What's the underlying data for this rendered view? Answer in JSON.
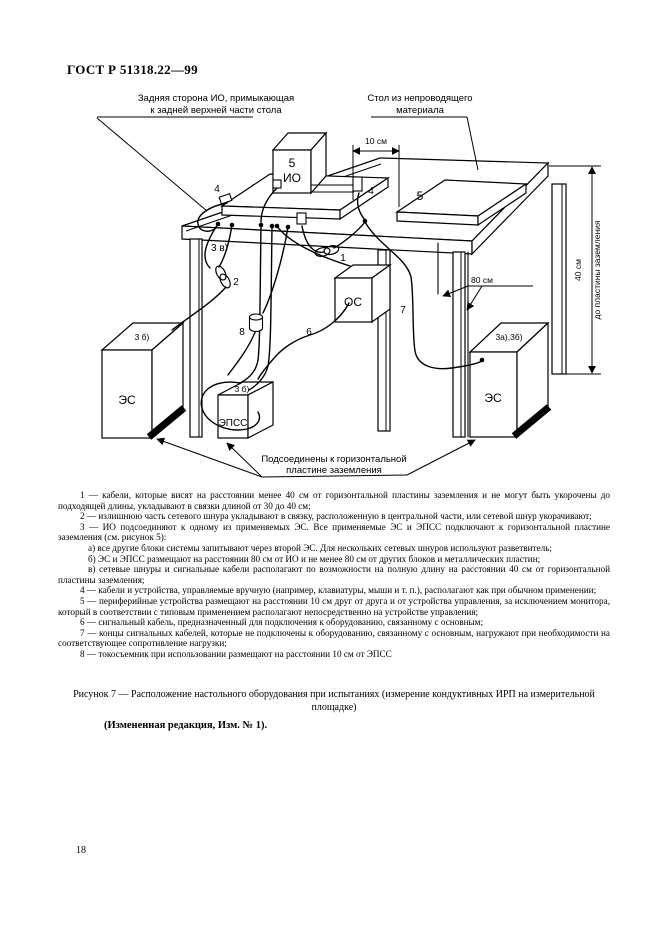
{
  "page": {
    "standard_code": "ГОСТ Р 51318.22—99",
    "page_number": "18"
  },
  "diagram": {
    "callout_back_side_line1": "Задняя сторона ИО, примыкающая",
    "callout_back_side_line2": "к задней верхней части стола",
    "callout_table_line1": "Стол из непроводящего",
    "callout_table_line2": "материала",
    "dim_10cm": "10 см",
    "dim_80cm": "80 см",
    "dim_40cm": "40 см",
    "dim_40cm_note": "до пластины заземления",
    "ground_note_line1": "Подсоединены к горизонтальной",
    "ground_note_line2": "пластине заземления",
    "eut_number": "5",
    "eut_label": "ИО",
    "monitor_number": "5",
    "os_label": "ОС",
    "es_left_label": "ЭС",
    "es_right_label": "ЭС",
    "epss_label": "ЭПСС",
    "ref_1": "1",
    "ref_2": "2",
    "ref_3v": "3 в)",
    "ref_4_left": "4",
    "ref_4_right": "4",
    "ref_6": "6",
    "ref_7": "7",
    "ref_8": "8",
    "ref_3b_left": "3 б)",
    "ref_3b_epss": "3 б)",
    "ref_3a3b": "3а),3б)"
  },
  "notes": [
    "1 — кабели, которые висят на расстоянии менее 40 см от горизонтальной пластины заземления и не могут быть укорочены до подходящей длины, укладывают в связки длиной от 30 до 40 см;",
    "2 — излишнюю часть сетевого шнура укладывают в связку, расположенную в центральной части, или сетевой шнур укорачивают;",
    "3 — ИО подсоединяют к одному из применяемых ЭС. Все применяемые ЭС и ЭПСС подключают к горизонтальной пластине заземления (см. рисунок 5):",
    "а) все другие блоки системы запитывают через второй ЭС. Для нескольких сетевых шнуров используют разветвитель;",
    "б) ЭС и ЭПСС размещают на расстоянии 80 см от ИО и не менее 80 см от других блоков и металлических пластин;",
    "в) сетевые шнуры и сигнальные кабели располагают по возможности на полную длину на расстоянии 40 см от горизонтальной пластины заземления;",
    "4 — кабели и устройства, управляемые вручную (например, клавиатуры, мыши и т. п.), располагают как при обычном применении;",
    "5 — периферийные устройства размещают на расстоянии 10 см друг от друга и от устройства управления, за исключением монитора, который в соответствии с типовым применением располагают непосредственно на устройстве управления;",
    "6 — сигнальный кабель, предназначенный для подключения к оборудованию, связанному с основным;",
    "7 — концы сигнальных кабелей, которые не подключены к оборудованию, связанному с основным, нагружают при необходимости на соответствующее сопротивление нагрузки;",
    "8 — токосъемник при использовании размещают на расстоянии 10 см от ЭПСС"
  ],
  "caption": "Рисунок 7 — Расположение настольного оборудования при испытаниях (измерение кондуктивных ИРП на измерительной площадке)",
  "revision": "(Измененная редакция, Изм. № 1)."
}
